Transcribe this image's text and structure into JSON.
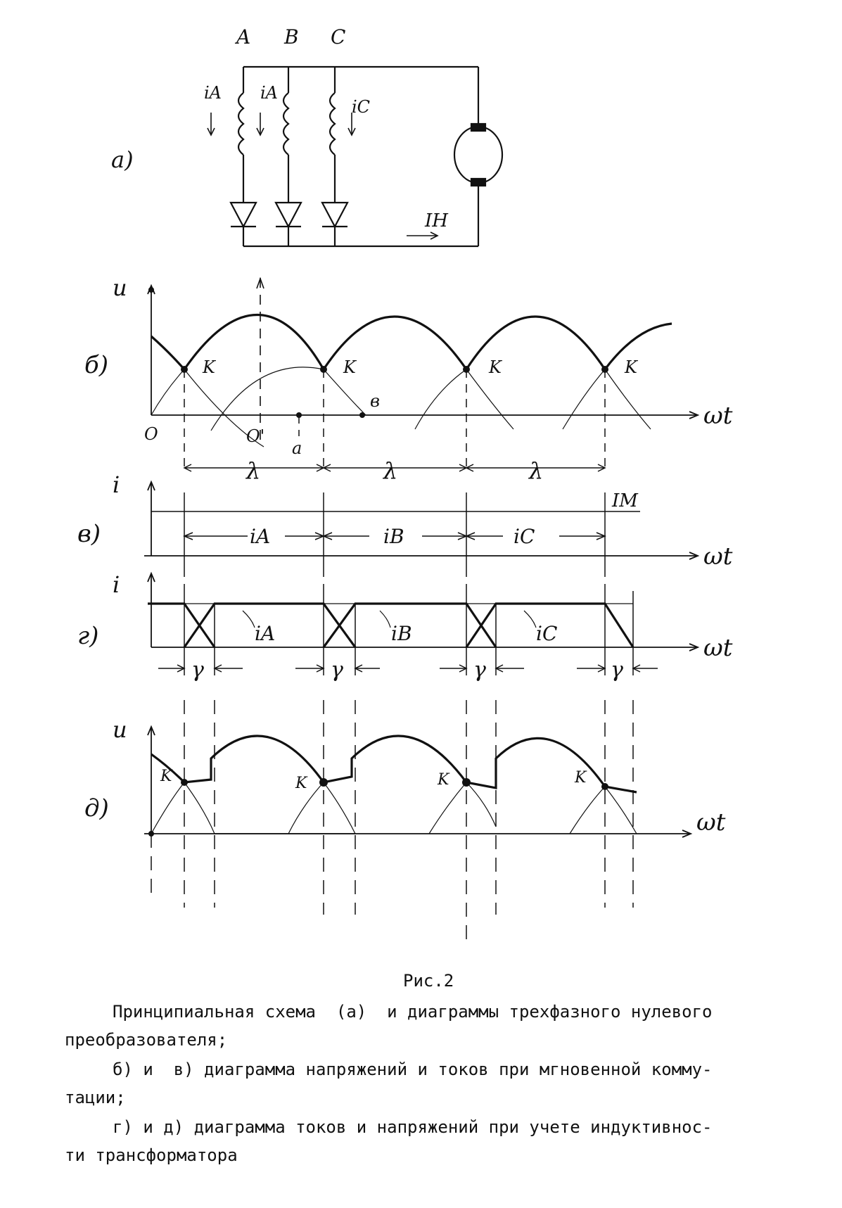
{
  "circuit": {
    "label": "а)",
    "phases": [
      "A",
      "B",
      "C"
    ],
    "phase_currents": [
      "iA",
      "iA",
      "iC"
    ],
    "load_current": "IH"
  },
  "diagrams": {
    "b": {
      "label": "б)",
      "ylabel": "u",
      "xlabel": "ωt",
      "points": {
        "origin": "O",
        "origin2": "O'",
        "a": "a",
        "b": "в",
        "k": "K"
      },
      "interval": "λ"
    },
    "v": {
      "label": "в)",
      "ylabel": "i",
      "xlabel": "ωt",
      "level": "IM",
      "currents": [
        "iA",
        "iB",
        "iC"
      ]
    },
    "g": {
      "label": "г)",
      "ylabel": "i",
      "xlabel": "ωt",
      "currents": [
        "iA",
        "iB",
        "iC"
      ],
      "overlap": "γ"
    },
    "d": {
      "label": "д)",
      "ylabel": "u",
      "xlabel": "ωt",
      "k": "K"
    }
  },
  "caption": {
    "title": "Рис.2",
    "lines": [
      "Принципиальная схема  (а)  и диаграммы трехфазного нулевого",
      "преобразователя;",
      "б) и  в) диаграмма напряжений и токов при мгновенной комму-",
      "тации;",
      "г) и д) диаграмма токов и напряжений при учете индуктивнос-",
      "ти трансформатора"
    ]
  }
}
